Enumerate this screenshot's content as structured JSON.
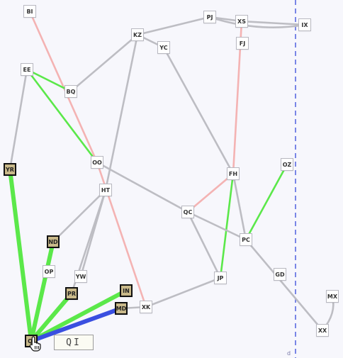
{
  "colors": {
    "edge_default": "#bdbdc3",
    "edge_pink": "#f4b3b3",
    "edge_green": "#5be84a",
    "edge_blue": "#3a4fe0",
    "divider": "#5a6ae0",
    "node_selected": "#c9b98a"
  },
  "nodes": {
    "BI": {
      "label": "BI",
      "selected": false
    },
    "PJ": {
      "label": "PJ",
      "selected": false
    },
    "XS": {
      "label": "XS",
      "selected": false
    },
    "IX": {
      "label": "IX",
      "selected": false
    },
    "KZ": {
      "label": "KZ",
      "selected": false
    },
    "YC": {
      "label": "YC",
      "selected": false
    },
    "FJ": {
      "label": "FJ",
      "selected": false
    },
    "EE": {
      "label": "EE",
      "selected": false
    },
    "BQ": {
      "label": "BQ",
      "selected": false
    },
    "OO": {
      "label": "OO",
      "selected": false
    },
    "YR": {
      "label": "YR",
      "selected": true
    },
    "FH": {
      "label": "FH",
      "selected": false
    },
    "OZ": {
      "label": "OZ",
      "selected": false
    },
    "HT": {
      "label": "HT",
      "selected": false
    },
    "QC": {
      "label": "QC",
      "selected": false
    },
    "PC": {
      "label": "PC",
      "selected": false
    },
    "ND": {
      "label": "ND",
      "selected": true
    },
    "OP": {
      "label": "OP",
      "selected": false
    },
    "YW": {
      "label": "YW",
      "selected": false
    },
    "JP": {
      "label": "JP",
      "selected": false
    },
    "GD": {
      "label": "GD",
      "selected": false
    },
    "PR": {
      "label": "PR",
      "selected": true
    },
    "IN": {
      "label": "IN",
      "selected": true
    },
    "MD": {
      "label": "MD",
      "selected": true
    },
    "XK": {
      "label": "XK",
      "selected": false
    },
    "MX": {
      "label": "MX",
      "selected": false
    },
    "XX": {
      "label": "XX",
      "selected": false
    },
    "QI": {
      "label": "QI",
      "selected": true
    }
  },
  "edges": [
    {
      "from": "PJ",
      "to": "KZ",
      "color": "default",
      "weight": "thin"
    },
    {
      "from": "PJ",
      "to": "XS",
      "color": "default",
      "weight": "thin"
    },
    {
      "from": "XS",
      "to": "IX",
      "color": "default",
      "weight": "thin"
    },
    {
      "from": "PJ",
      "to": "IX",
      "color": "default",
      "weight": "thin"
    },
    {
      "from": "KZ",
      "to": "YC",
      "color": "default",
      "weight": "thin"
    },
    {
      "from": "KZ",
      "to": "BQ",
      "color": "default",
      "weight": "thin"
    },
    {
      "from": "KZ",
      "to": "HT",
      "color": "default",
      "weight": "thin"
    },
    {
      "from": "YC",
      "to": "FH",
      "color": "default",
      "weight": "thin"
    },
    {
      "from": "BI",
      "to": "OO",
      "color": "pink",
      "weight": "thin"
    },
    {
      "from": "XS",
      "to": "FH",
      "color": "pink",
      "weight": "thin"
    },
    {
      "from": "EE",
      "to": "BQ",
      "color": "green",
      "weight": "thin"
    },
    {
      "from": "EE",
      "to": "OO",
      "color": "green",
      "weight": "thin"
    },
    {
      "from": "EE",
      "to": "YR",
      "color": "default",
      "weight": "thin"
    },
    {
      "from": "OO",
      "to": "QC",
      "color": "default",
      "weight": "thin"
    },
    {
      "from": "OO",
      "to": "XK",
      "color": "pink",
      "weight": "thin"
    },
    {
      "from": "HT",
      "to": "YW",
      "color": "default",
      "weight": "thin"
    },
    {
      "from": "HT",
      "to": "ND",
      "color": "default",
      "weight": "thin"
    },
    {
      "from": "HT",
      "to": "PR",
      "color": "default",
      "weight": "thin"
    },
    {
      "from": "FH",
      "to": "QC",
      "color": "pink",
      "weight": "thin"
    },
    {
      "from": "FH",
      "to": "PC",
      "color": "default",
      "weight": "thin"
    },
    {
      "from": "FH",
      "to": "JP",
      "color": "green",
      "weight": "thin"
    },
    {
      "from": "OZ",
      "to": "PC",
      "color": "green",
      "weight": "thin"
    },
    {
      "from": "QC",
      "to": "PC",
      "color": "default",
      "weight": "thin"
    },
    {
      "from": "QC",
      "to": "JP",
      "color": "default",
      "weight": "thin"
    },
    {
      "from": "PC",
      "to": "XX",
      "color": "default",
      "weight": "thin"
    },
    {
      "from": "XX",
      "to": "MX",
      "color": "default",
      "weight": "thin"
    },
    {
      "from": "JP",
      "to": "XK",
      "color": "default",
      "weight": "thin"
    },
    {
      "from": "XK",
      "to": "MD",
      "color": "default",
      "weight": "thin"
    },
    {
      "from": "YR",
      "to": "QI",
      "color": "green",
      "weight": "thick"
    },
    {
      "from": "ND",
      "to": "QI",
      "color": "green",
      "weight": "thick"
    },
    {
      "from": "PR",
      "to": "QI",
      "color": "green",
      "weight": "thick"
    },
    {
      "from": "IN",
      "to": "QI",
      "color": "green",
      "weight": "thick"
    },
    {
      "from": "MD",
      "to": "QI",
      "color": "blue",
      "weight": "thick"
    }
  ],
  "tooltip": {
    "text": "QI"
  },
  "divider": {
    "label": "d"
  },
  "cursor": {
    "icon": "hand-pointer-icon"
  }
}
